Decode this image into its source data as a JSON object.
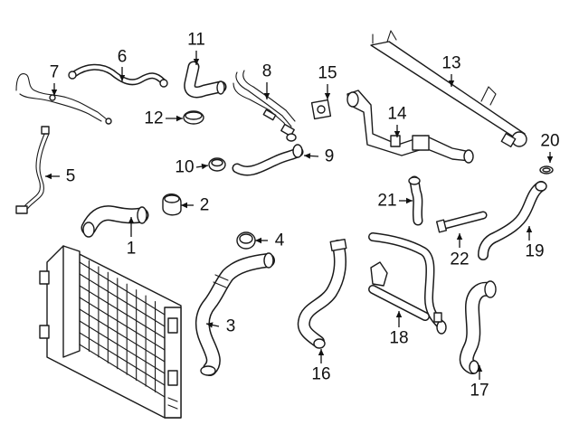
{
  "callouts": [
    {
      "id": "1",
      "label": "1"
    },
    {
      "id": "2",
      "label": "2"
    },
    {
      "id": "3",
      "label": "3"
    },
    {
      "id": "4",
      "label": "4"
    },
    {
      "id": "5",
      "label": "5"
    },
    {
      "id": "6",
      "label": "6"
    },
    {
      "id": "7",
      "label": "7"
    },
    {
      "id": "8",
      "label": "8"
    },
    {
      "id": "9",
      "label": "9"
    },
    {
      "id": "10",
      "label": "10"
    },
    {
      "id": "11",
      "label": "11"
    },
    {
      "id": "12",
      "label": "12"
    },
    {
      "id": "13",
      "label": "13"
    },
    {
      "id": "14",
      "label": "14"
    },
    {
      "id": "15",
      "label": "15"
    },
    {
      "id": "16",
      "label": "16"
    },
    {
      "id": "17",
      "label": "17"
    },
    {
      "id": "18",
      "label": "18"
    },
    {
      "id": "19",
      "label": "19"
    },
    {
      "id": "20",
      "label": "20"
    },
    {
      "id": "21",
      "label": "21"
    },
    {
      "id": "22",
      "label": "22"
    }
  ],
  "colors": {
    "line": "#1a1a1a",
    "background": "#ffffff"
  }
}
